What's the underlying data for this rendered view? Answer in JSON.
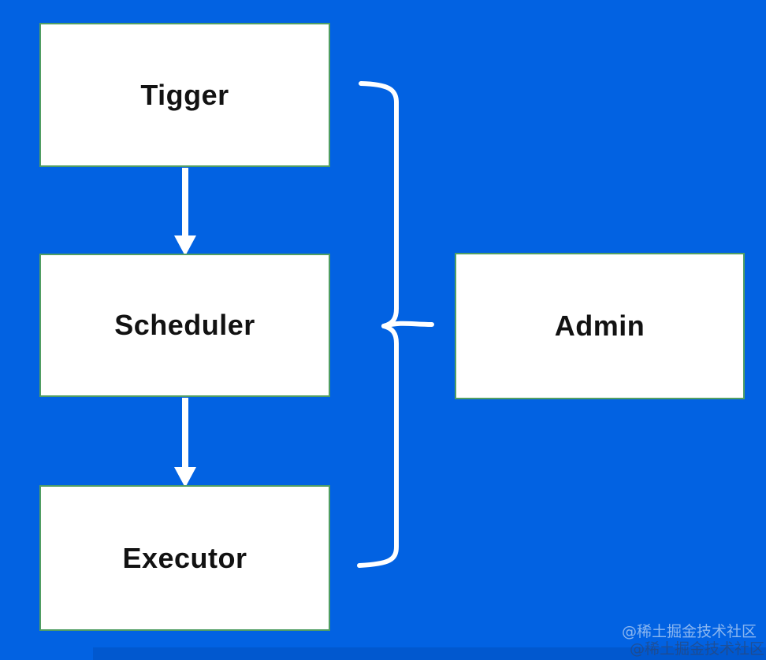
{
  "diagram": {
    "nodes": [
      {
        "id": "tigger",
        "label": "Tigger"
      },
      {
        "id": "scheduler",
        "label": "Scheduler"
      },
      {
        "id": "executor",
        "label": "Executor"
      },
      {
        "id": "admin",
        "label": "Admin"
      }
    ],
    "edges": [
      {
        "from": "tigger",
        "to": "scheduler",
        "type": "arrow-down"
      },
      {
        "from": "scheduler",
        "to": "executor",
        "type": "arrow-down"
      },
      {
        "from": "tigger,scheduler,executor",
        "to": "admin",
        "type": "brace"
      }
    ]
  },
  "watermark": {
    "line1": "@稀土掘金技术社区",
    "line2": "@稀土掘金技术社区"
  },
  "colors": {
    "background": "#0262e2",
    "box_bg": "#ffffff",
    "box_border": "#519e63",
    "box_text": "#121212",
    "connector": "#ffffff",
    "watermark_light": "#e6eefa99",
    "watermark_dark": "#34425e8c"
  }
}
